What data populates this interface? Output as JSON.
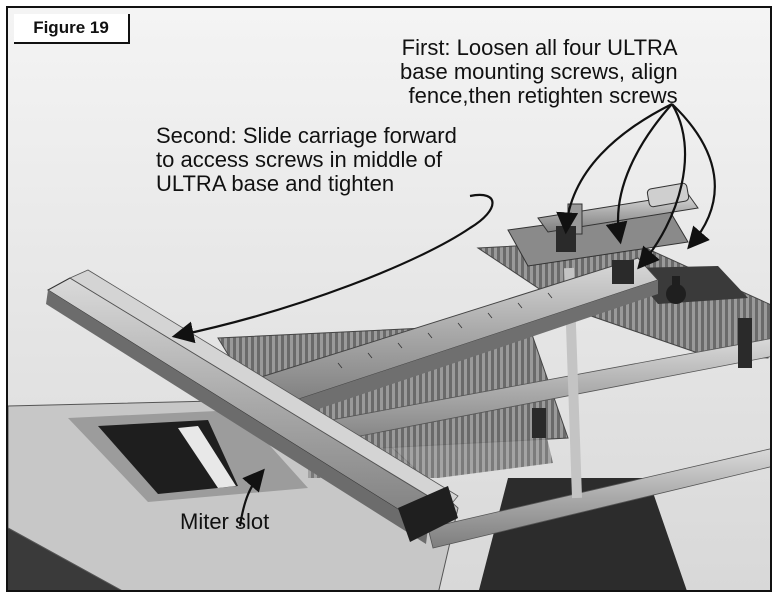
{
  "figure": {
    "label": "Figure 19"
  },
  "callouts": {
    "first": [
      "First: Loosen all four ULTRA",
      "base mounting screws, align",
      "fence,then retighten screws"
    ],
    "second": [
      "Second: Slide carriage forward",
      "to access screws in middle of",
      "ULTRA base and tighten"
    ],
    "miter": "Miter slot"
  },
  "colors": {
    "frame": "#111111",
    "photo_bg": "#ececec",
    "aluminum": "#b8b8b8",
    "dark_metal": "#3a3a3a"
  }
}
